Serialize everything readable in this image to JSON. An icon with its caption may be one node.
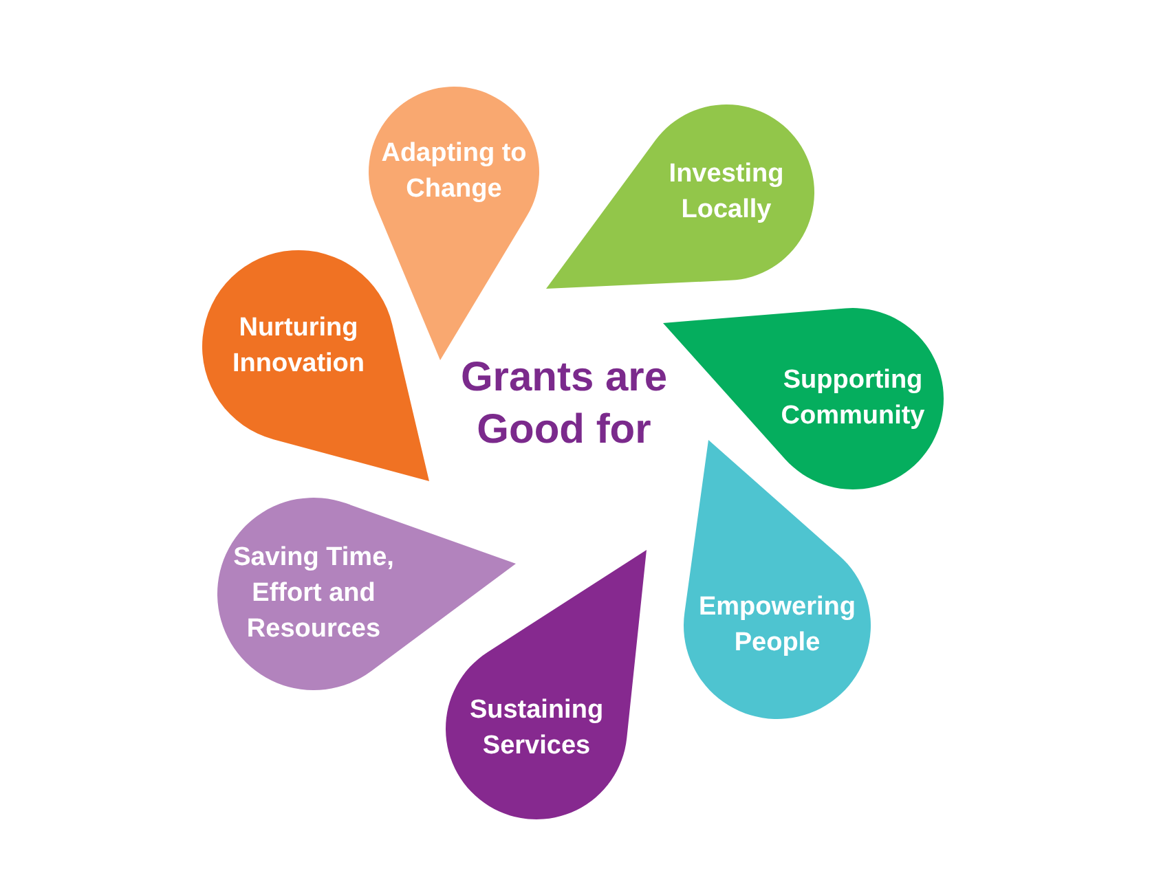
{
  "diagram": {
    "nodes": [
      {
        "text": [
          "Grants are Good for"
        ]
      },
      {
        "text": [
          "Adapting to Change"
        ]
      },
      {
        "text": [
          "Investing Locally"
        ]
      },
      {
        "text": [
          "Supporting Community"
        ]
      },
      {
        "text": [
          "Empowering People"
        ]
      },
      {
        "text": [
          "Sustaining Services"
        ]
      },
      {
        "text": [
          "Saving Time, Effort and Resources"
        ]
      },
      {
        "text": [
          "Nurturing Innovation"
        ]
      }
    ]
  }
}
